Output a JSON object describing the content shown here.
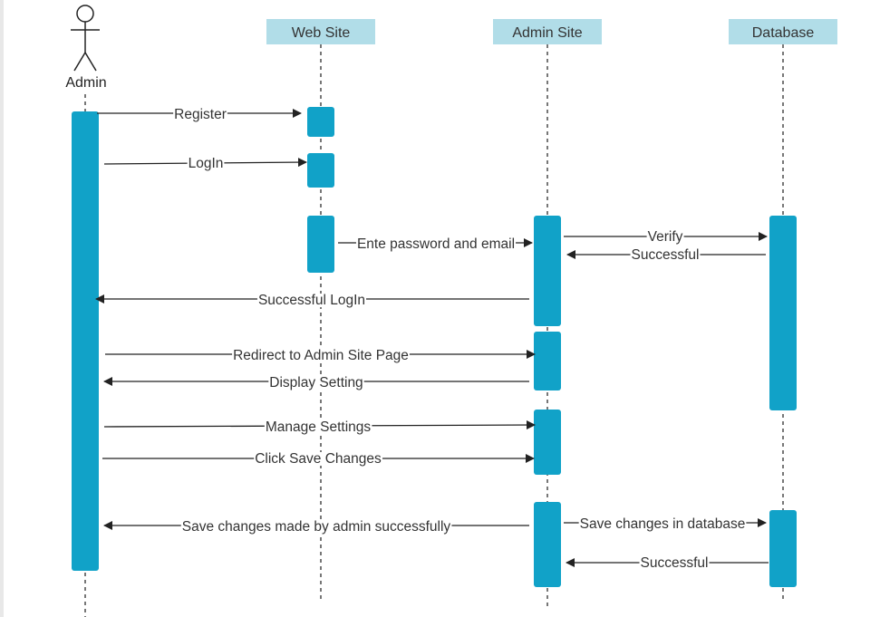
{
  "diagram": {
    "colors": {
      "activation": "#11a2c8",
      "header_fill": "#b1dde8",
      "line": "#222222",
      "lifeline": "#777777",
      "text": "#333333"
    },
    "actor": {
      "label": "Admin"
    },
    "participants": [
      {
        "id": "web",
        "label": "Web Site"
      },
      {
        "id": "admin_site",
        "label": "Admin Site"
      },
      {
        "id": "db",
        "label": "Database"
      }
    ],
    "messages": [
      {
        "label": "Register"
      },
      {
        "label": "LogIn"
      },
      {
        "label": "Ente password and email"
      },
      {
        "label": "Verify"
      },
      {
        "label": "Successful"
      },
      {
        "label": "Successful LogIn"
      },
      {
        "label": "Redirect to Admin Site Page"
      },
      {
        "label": "Display Setting"
      },
      {
        "label": "Manage Settings"
      },
      {
        "label": "Click Save Changes"
      },
      {
        "label": "Save changes made by admin successfully"
      },
      {
        "label": "Save changes in database"
      },
      {
        "label": "Successful"
      }
    ]
  }
}
